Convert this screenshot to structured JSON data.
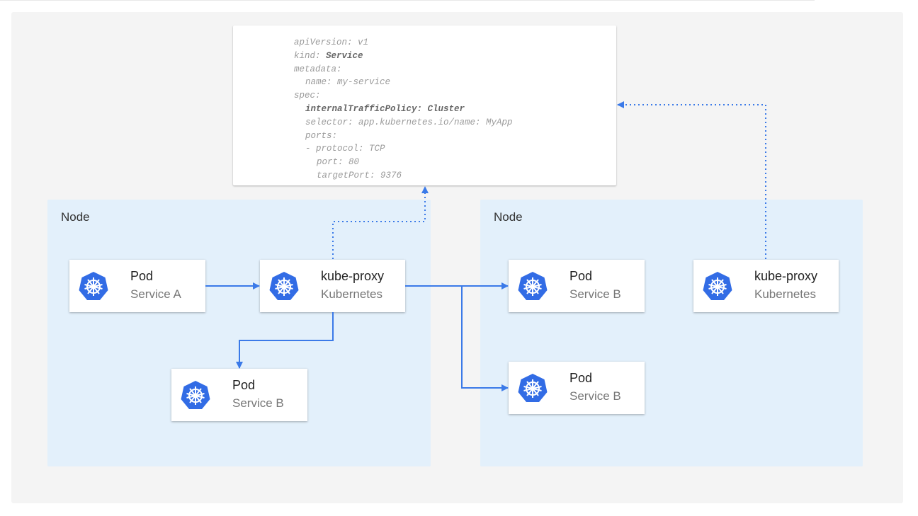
{
  "yaml": {
    "lines": [
      {
        "k": "apiVersion: ",
        "v": "v1",
        "bold": false,
        "indent": 0
      },
      {
        "k": "kind: ",
        "v": "Service",
        "bold": "value",
        "indent": 0
      },
      {
        "k": "metadata:",
        "v": "",
        "bold": false,
        "indent": 0
      },
      {
        "k": "name: ",
        "v": "my-service",
        "bold": false,
        "indent": 1
      },
      {
        "k": "spec:",
        "v": "",
        "bold": false,
        "indent": 0
      },
      {
        "k": "internalTrafficPolicy: ",
        "v": "Cluster",
        "bold": "all",
        "indent": 1
      },
      {
        "k": "selector: ",
        "v": "app.kubernetes.io/name: MyApp",
        "bold": false,
        "indent": 1
      },
      {
        "k": "ports:",
        "v": "",
        "bold": false,
        "indent": 1
      },
      {
        "k": "- protocol: ",
        "v": "TCP",
        "bold": false,
        "indent": 1
      },
      {
        "k": "port: ",
        "v": "80",
        "bold": false,
        "indent": 2
      },
      {
        "k": "targetPort: ",
        "v": "9376",
        "bold": false,
        "indent": 2
      }
    ]
  },
  "nodes": [
    {
      "label": "Node"
    },
    {
      "label": "Node"
    }
  ],
  "cards": {
    "pod_a": {
      "title": "Pod",
      "subtitle": "Service A"
    },
    "proxy_left": {
      "title": "kube-proxy",
      "subtitle": "Kubernetes"
    },
    "pod_b_left": {
      "title": "Pod",
      "subtitle": "Service B"
    },
    "pod_b_right1": {
      "title": "Pod",
      "subtitle": "Service B"
    },
    "pod_b_right2": {
      "title": "Pod",
      "subtitle": "Service B"
    },
    "proxy_right": {
      "title": "kube-proxy",
      "subtitle": "Kubernetes"
    }
  },
  "icon": "kubernetes-helm-icon",
  "colors": {
    "accent": "#3b7ae8",
    "icon": "#326ce5",
    "node_bg": "#e3f0fb",
    "panel_bg": "#f4f4f4"
  }
}
